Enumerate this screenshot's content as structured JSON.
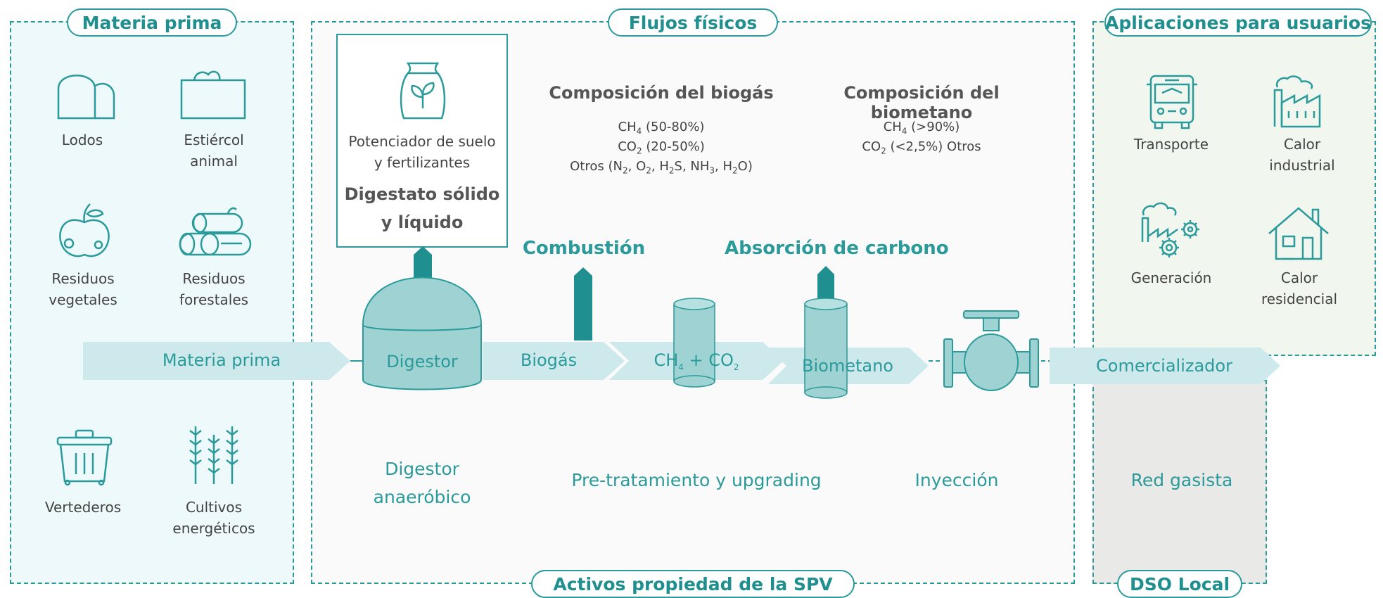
{
  "sections": {
    "materia_prima": "Materia prima",
    "flujos_fisicos": "Flujos físicos",
    "aplicaciones": "Aplicaciones para usuarios",
    "activos": "Activos propiedad de la SPV",
    "dso": "DSO Local"
  },
  "feedstock": {
    "lodos": "Lodos",
    "estiercol_1": "Estiércol",
    "estiercol_2": "animal",
    "res_veg_1": "Residuos",
    "res_veg_2": "vegetales",
    "res_for_1": "Residuos",
    "res_for_2": "forestales",
    "vertederos": "Vertederos",
    "cultivos_1": "Cultivos",
    "cultivos_2": "energéticos"
  },
  "digestate": {
    "desc_1": "Potenciador de suelo",
    "desc_2": "y fertilizantes",
    "title_1": "Digestato sólido",
    "title_2": "y líquido"
  },
  "biogas_comp": {
    "title": "Composición del biogás",
    "line1": "CH4 (50-80%)",
    "line2": "CO2 (20-50%)",
    "line3": "Otros (N2, O2, H2S, NH3, H2O)"
  },
  "biomethane_comp": {
    "title": "Composición del biometano",
    "line1": "CH4 (>90%)",
    "line2": "CO2 (<2,5%) Otros"
  },
  "process": {
    "combustion": "Combustión",
    "absorcion": "Absorción de carbono"
  },
  "flow": {
    "materia_prima": "Materia prima",
    "digestor": "Digestor",
    "biogas": "Biogás",
    "ch4_co2": "CH4 + CO2",
    "biometano": "Biometano",
    "comercializador": "Comercializador"
  },
  "stages": {
    "digestor_1": "Digestor",
    "digestor_2": "anaeróbico",
    "pretratamiento": "Pre-tratamiento y upgrading",
    "inyeccion": "Inyección",
    "red_gasista": "Red gasista"
  },
  "apps": {
    "transporte": "Transporte",
    "calor_ind_1": "Calor",
    "calor_ind_2": "industrial",
    "generacion": "Generación",
    "calor_res_1": "Calor",
    "calor_res_2": "residencial"
  },
  "colors": {
    "teal": "#2a9a9a",
    "teal_light": "#9fd3d3",
    "panel_left": "#eef9fb",
    "panel_mid": "#fafafa",
    "panel_right": "#f1f6ef",
    "panel_grey": "#e9e9e7"
  }
}
